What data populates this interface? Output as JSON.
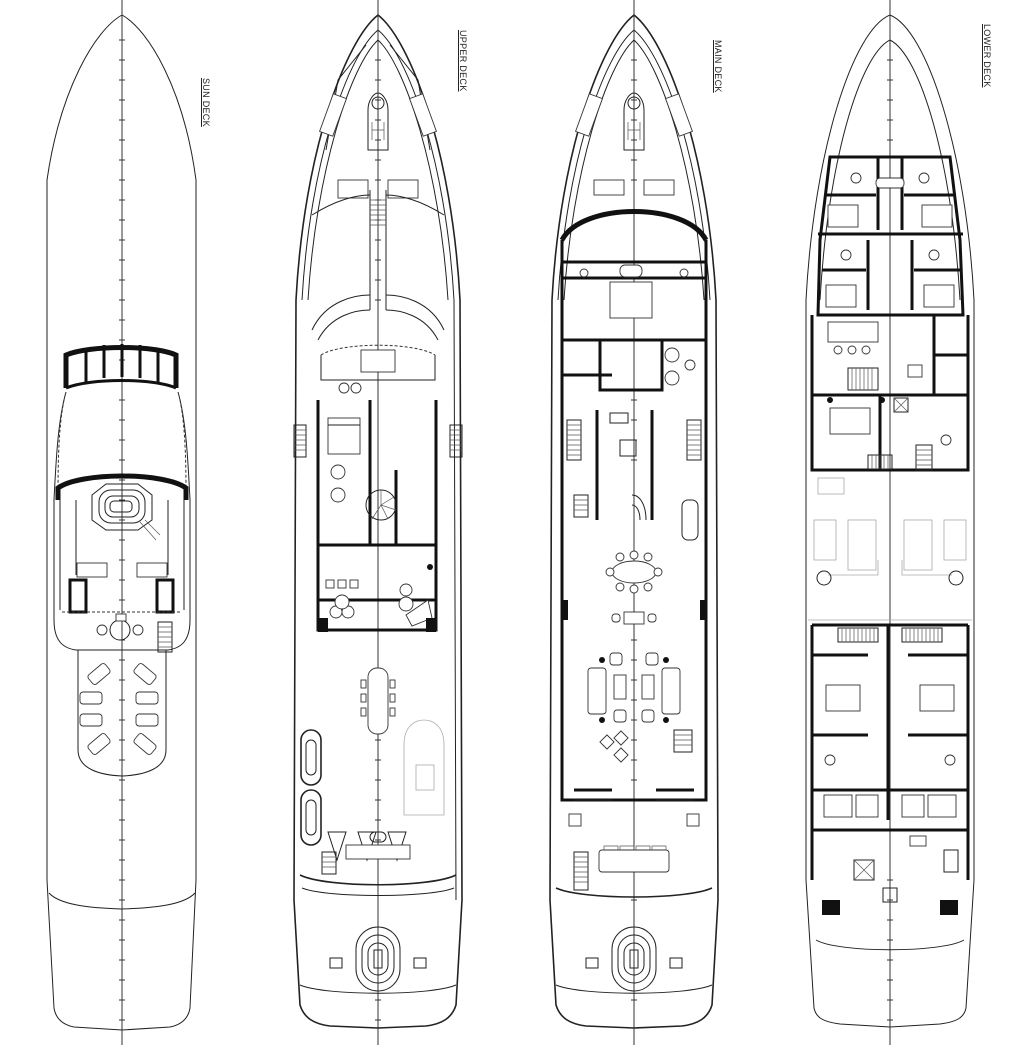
{
  "drawing": {
    "type": "yacht general arrangement",
    "background": "#ffffff",
    "line_color": "#222222",
    "decks": [
      {
        "id": "sun",
        "label": "SUN DECK"
      },
      {
        "id": "upper",
        "label": "UPPER DECK"
      },
      {
        "id": "main",
        "label": "MAIN DECK"
      },
      {
        "id": "lower",
        "label": "LOWER DECK"
      }
    ]
  }
}
